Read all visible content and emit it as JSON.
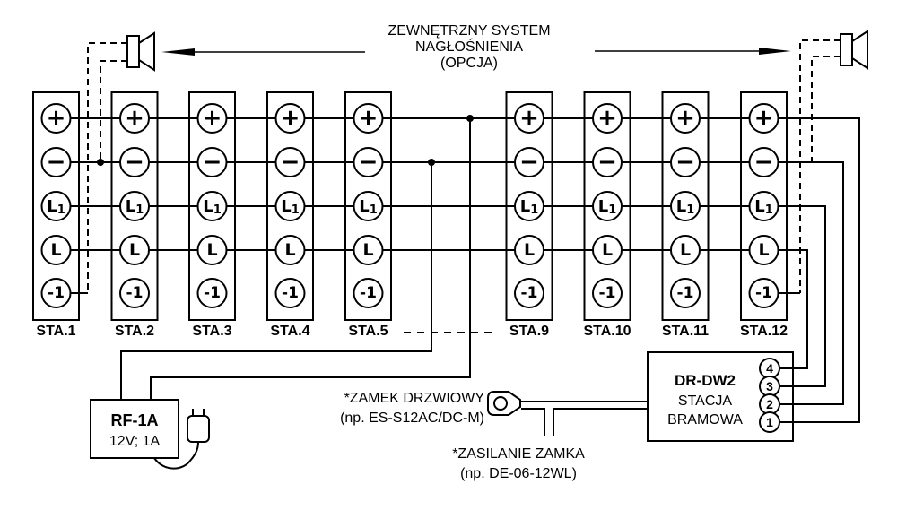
{
  "title": {
    "line1": "ZEWNĘTRZNY SYSTEM",
    "line2": "NAGŁOŚNIENIA",
    "line3": "(OPCJA)"
  },
  "stations": [
    {
      "label": "STA.1"
    },
    {
      "label": "STA.2"
    },
    {
      "label": "STA.3"
    },
    {
      "label": "STA.4"
    },
    {
      "label": "STA.5"
    },
    {
      "label": "STA.9"
    },
    {
      "label": "STA.10"
    },
    {
      "label": "STA.11"
    },
    {
      "label": "STA.12"
    }
  ],
  "terminals": [
    {
      "main": "+",
      "sub": ""
    },
    {
      "main": "−",
      "sub": ""
    },
    {
      "main": "L",
      "sub": "1"
    },
    {
      "main": "L",
      "sub": ""
    },
    {
      "main": "-1",
      "sub": ""
    }
  ],
  "power_supply": {
    "name": "RF-1A",
    "spec": "12V; 1A"
  },
  "door_station": {
    "name": "DR-DW2",
    "type_line1": "STACJA",
    "type_line2": "BRAMOWA",
    "terminals": [
      "4",
      "3",
      "2",
      "1"
    ]
  },
  "door_lock_label": {
    "line1": "*ZAMEK DRZWIOWY",
    "line2": "(np. ES-S12AC/DC-M)"
  },
  "lock_power_label": {
    "line1": "*ZASILANIE ZAMKA",
    "line2": "(np. DE-06-12WL)"
  },
  "colors": {
    "line": "#000000",
    "background": "#ffffff"
  }
}
